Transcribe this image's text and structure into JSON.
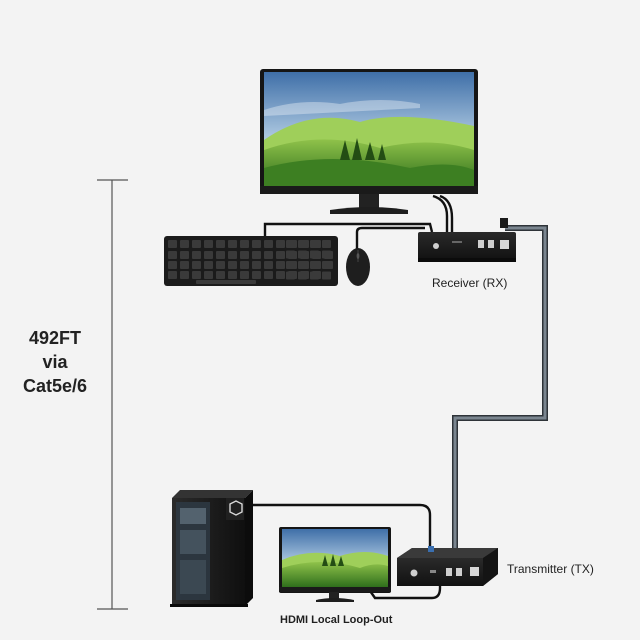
{
  "distance": {
    "line1": "492FT",
    "line2": "via",
    "line3": "Cat5e/6"
  },
  "devices": {
    "receiver_label": "Receiver (RX)",
    "transmitter_label": "Transmitter (TX)",
    "loop_out_label": "HDMI Local Loop-Out"
  },
  "colors": {
    "background": "#f3f3f3",
    "device_body": "#1c1c1c",
    "cable_black": "#111111",
    "cable_cat": "#4a5560",
    "landscape_green": "#4c9a2a",
    "sky_blue": "#6e97c7",
    "dimension_line": "#555555"
  }
}
